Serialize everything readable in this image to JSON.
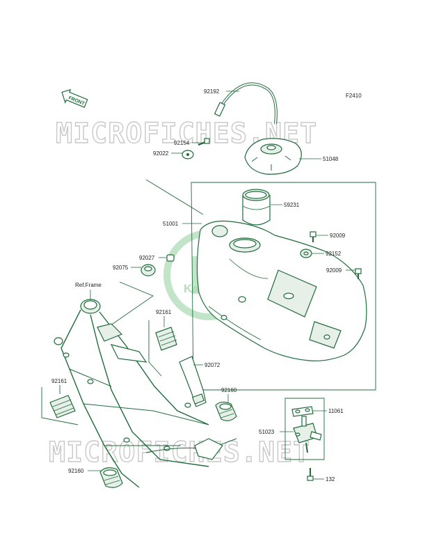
{
  "diagram_code": "F2410",
  "front_badge": "FRONT",
  "watermark": "MICROFICHES.NET",
  "brand_logo": "Kawasaki",
  "ref_frame_label": "Ref.Frame",
  "parts": {
    "p92192": "92192",
    "p92154": "92154",
    "p92022": "92022",
    "p51048": "51048",
    "p59231": "59231",
    "p51001": "51001",
    "p92009a": "92009",
    "p92152": "92152",
    "p92009b": "92009",
    "p92027": "92027",
    "p92075": "92075",
    "p92161a": "92161",
    "p92072": "92072",
    "p92161b": "92161",
    "p92160a": "92160",
    "p11061": "11061",
    "p51023": "51023",
    "p132": "132",
    "p92160b": "92160"
  }
}
